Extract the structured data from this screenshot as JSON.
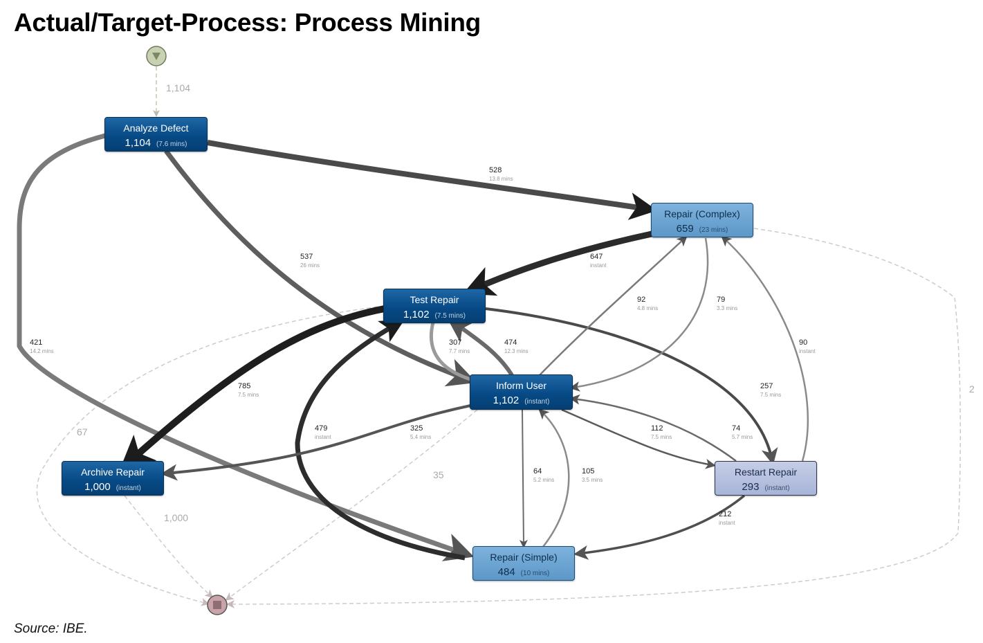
{
  "title": "Actual/Target-Process: Process Mining",
  "source": "Source: IBE.",
  "colors": {
    "activity_dark": "#074a86",
    "activity_mid": "#5d98c8",
    "activity_pale": "#a8b5d8",
    "start_node": "#c9d1b3",
    "end_node": "#c9a3a8",
    "edge_dark": "#222222",
    "dashed_edge": "#cccccc"
  },
  "start_icon": "start-triangle-icon",
  "end_icon": "end-square-icon",
  "nodes": [
    {
      "id": "analyze",
      "name": "Analyze Defect",
      "count": "1,104",
      "duration": "(7.6 mins)",
      "style": "dark"
    },
    {
      "id": "complex",
      "name": "Repair (Complex)",
      "count": "659",
      "duration": "(23 mins)",
      "style": "mid"
    },
    {
      "id": "test",
      "name": "Test Repair",
      "count": "1,102",
      "duration": "(7.5 mins)",
      "style": "dark"
    },
    {
      "id": "inform",
      "name": "Inform User",
      "count": "1,102",
      "duration": "(instant)",
      "style": "dark"
    },
    {
      "id": "archive",
      "name": "Archive Repair",
      "count": "1,000",
      "duration": "(instant)",
      "style": "dark"
    },
    {
      "id": "restart",
      "name": "Restart Repair",
      "count": "293",
      "duration": "(instant)",
      "style": "pale"
    },
    {
      "id": "simple",
      "name": "Repair (Simple)",
      "count": "484",
      "duration": "(10 mins)",
      "style": "mid"
    }
  ],
  "edges": [
    {
      "from": "start",
      "to": "analyze",
      "count": "1,104",
      "duration": "",
      "dashed": true
    },
    {
      "from": "analyze",
      "to": "complex",
      "count": "528",
      "duration": "13.8 mins"
    },
    {
      "from": "analyze",
      "to": "inform",
      "count": "537",
      "duration": "26 mins"
    },
    {
      "from": "analyze",
      "to": "simple",
      "count": "421",
      "duration": "14.2 mins"
    },
    {
      "from": "complex",
      "to": "test",
      "count": "647",
      "duration": "instant"
    },
    {
      "from": "inform",
      "to": "complex",
      "count": "92",
      "duration": "4.8 mins"
    },
    {
      "from": "complex",
      "to": "inform",
      "count": "79",
      "duration": "3.3 mins"
    },
    {
      "from": "restart",
      "to": "complex",
      "count": "90",
      "duration": "instant"
    },
    {
      "from": "test",
      "to": "inform",
      "count": "307",
      "duration": "7.7 mins"
    },
    {
      "from": "inform",
      "to": "test",
      "count": "474",
      "duration": "12.3 mins"
    },
    {
      "from": "test",
      "to": "archive",
      "count": "785",
      "duration": "7.5 mins"
    },
    {
      "from": "test",
      "to": "restart",
      "count": "257",
      "duration": "7.5 mins"
    },
    {
      "from": "simple",
      "to": "test",
      "count": "479",
      "duration": "instant"
    },
    {
      "from": "inform",
      "to": "archive",
      "count": "325",
      "duration": "5.4 mins"
    },
    {
      "from": "inform",
      "to": "restart",
      "count": "112",
      "duration": "7.5 mins"
    },
    {
      "from": "restart",
      "to": "inform",
      "count": "74",
      "duration": "5.7 mins"
    },
    {
      "from": "inform",
      "to": "simple",
      "count": "64",
      "duration": "5.2 mins"
    },
    {
      "from": "simple",
      "to": "inform",
      "count": "105",
      "duration": "3.5 mins"
    },
    {
      "from": "restart",
      "to": "simple",
      "count": "212",
      "duration": "instant"
    },
    {
      "from": "test",
      "to": "end",
      "count": "67",
      "duration": "",
      "dashed": true
    },
    {
      "from": "inform",
      "to": "end",
      "count": "35",
      "duration": "",
      "dashed": true
    },
    {
      "from": "archive",
      "to": "end",
      "count": "1,000",
      "duration": "",
      "dashed": true
    },
    {
      "from": "complex",
      "to": "end",
      "count": "2",
      "duration": "",
      "dashed": true
    }
  ]
}
